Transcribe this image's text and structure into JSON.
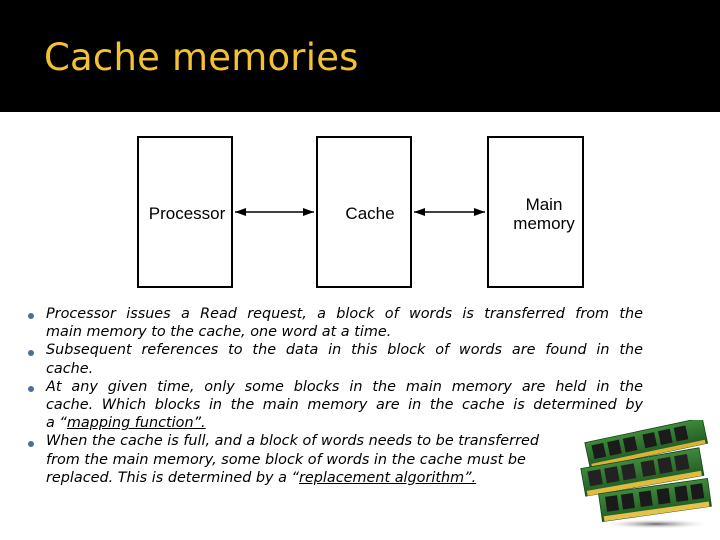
{
  "slide": {
    "title": "Cache memories"
  },
  "diagram": {
    "processor_label": "Processor",
    "cache_label": "Cache",
    "main_memory_line1": "Main",
    "main_memory_line2": "memory"
  },
  "bullets": [
    {
      "lines": [
        "Processor issues a Read request, a block of words is transferred from the",
        "main memory  to the cache, one word at a time."
      ]
    },
    {
      "lines": [
        "Subsequent references to the data in this block of words are found in the",
        "cache."
      ]
    },
    {
      "lines": [
        "At any given time, only some blocks in the main memory are held in the",
        "cache. Which  blocks in the main memory are in the cache is determined by"
      ],
      "last_line_prefix": "a “",
      "last_line_link": "mapping function”."
    },
    {
      "lines": [
        "When the cache is full, and a block of words needs to be transferred",
        "from the main  memory, some block of words in the cache must be"
      ],
      "last_line_prefix": "replaced. This is determined by a “",
      "last_line_link": "replacement algorithm”."
    }
  ],
  "colors": {
    "header_bg": "#000000",
    "title": "#F2C230",
    "bullet": "#4A6D9A"
  },
  "icons": [
    "memory-module-icon"
  ]
}
